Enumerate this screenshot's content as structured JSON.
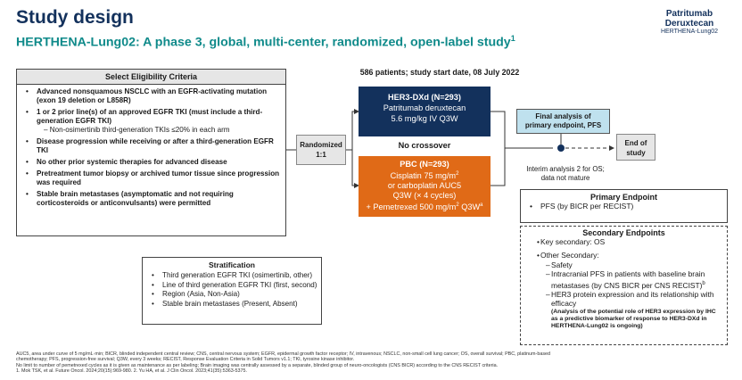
{
  "header": {
    "title": "Study design",
    "subtitle": "HERTHENA-Lung02: A phase 3, global, multi-center, randomized, open-label study",
    "subtitle_ref": "1",
    "brand_line1": "Patritumab",
    "brand_line2": "Deruxtecan",
    "brand_line3": "HERTHENA-Lung02"
  },
  "eligibility": {
    "heading": "Select Eligibility Criteria",
    "items": [
      {
        "text": "Advanced nonsquamous NSCLC with an EGFR-activating mutation (exon 19 deletion or L858R)"
      },
      {
        "text": "1 or 2 prior line(s) of an approved EGFR TKI (must include a third-generation EGFR TKI)",
        "sub": "– Non-osimertinib third-generation TKIs ≤20% in each arm"
      },
      {
        "text": "Disease progression while receiving or after a third-generation EGFR TKI"
      },
      {
        "text": "No other prior systemic therapies for advanced disease"
      },
      {
        "text": "Pretreatment tumor biopsy or archived tumor tissue since progression was required"
      },
      {
        "text": "Stable brain metastases (asymptomatic and not requiring corticosteroids or anticonvulsants) were permitted"
      }
    ]
  },
  "stratification": {
    "heading": "Stratification",
    "items": [
      "Third generation EGFR TKI (osimertinib, other)",
      "Line of third generation EGFR TKI (first, second)",
      "Region (Asia, Non-Asia)",
      "Stable brain metastases (Present, Absent)"
    ]
  },
  "randomized": {
    "line1": "Randomized",
    "line2": "1:1"
  },
  "patients": "586 patients; study start date, 08 July 2022",
  "arm1": {
    "title": "HER3-DXd (N=293)",
    "line1": "Patritumab deruxtecan",
    "line2": "5.6 mg/kg IV Q3W"
  },
  "no_crossover": "No crossover",
  "arm2": {
    "title": "PBC (N=293)",
    "line1": "Cisplatin 75 mg/m",
    "line2": "or carboplatin AUC5",
    "line3": "Q3W (× 4 cycles)",
    "line4": "+ Pemetrexed 500 mg/m",
    "line4_suffix": " Q3W",
    "sup2": "2",
    "sup_a": "a"
  },
  "final_analysis": {
    "line1": "Final analysis of",
    "line2": "primary endpoint, PFS"
  },
  "end_of_study": {
    "line1": "End of",
    "line2": "study"
  },
  "interim": {
    "line1": "Interim analysis 2 for OS;",
    "line2": "data not mature"
  },
  "primary": {
    "heading": "Primary Endpoint",
    "item": "PFS (by BICR per RECIST)"
  },
  "secondary": {
    "heading": "Secondary Endpoints",
    "key": "Key secondary: OS",
    "other": "Other Secondary:",
    "items": [
      "Safety",
      "Intracranial PFS in patients with baseline brain metastases (by CNS BICR per CNS RECIST)",
      "HER3 protein expression and its relationship with efficacy"
    ],
    "ref_b": "b",
    "note": "(Analysis of the potential role of HER3 expression by IHC as a predictive biomarker of response to HER3-DXd in HERTHENA-Lung02 is ongoing)"
  },
  "footer": {
    "line1": "AUC5, area under curve of 5 mg/mL·min; BICR, blinded independent central review; CNS, central nervous system; EGFR, epidermal growth factor receptor; IV, intravenous; NSCLC, non-small cell lung cancer; OS, overall survival; PBC, platinum-based",
    "line2": "chemotherapy; PFS, progression-free survival; Q3W, every 3 weeks; RECIST, Response Evaluation Criteria in Solid Tumors v1.1; TKI, tyrosine kinase inhibitor.",
    "line3": "No limit to number of pemetrexed cycles as it is given as maintenance as per labeling; Brain imaging was centrally assessed by a separate, blinded group of neuro-oncologists (CNS BICR) according to the CNS RECIST criteria.",
    "line4": "1. Mok TSK, et al. Future Oncol. 2024;20(15):969-980. 2. Yu HA, et al. J Clin Oncol. 2023;41(35):5363-5375."
  },
  "colors": {
    "navy": "#13315c",
    "teal": "#0f8a8a",
    "orange": "#e06a17",
    "light_blue": "#bfe1ee",
    "gray": "#e6e6e6"
  }
}
